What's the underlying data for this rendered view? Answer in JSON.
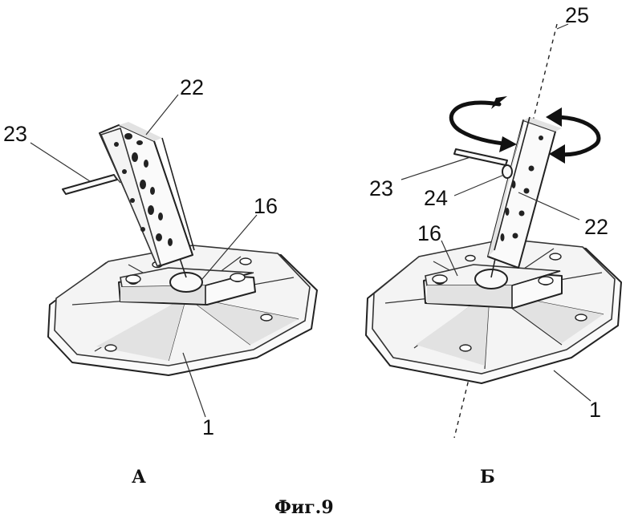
{
  "figure": {
    "caption": "Фиг.9",
    "views": [
      {
        "label": "А",
        "callouts": {
          "base": "1",
          "bracket": "16",
          "post": "22",
          "arm": "23"
        }
      },
      {
        "label": "Б",
        "callouts": {
          "base": "1",
          "bracket": "16",
          "post": "22",
          "arm": "23",
          "pivot": "24",
          "axis": "25"
        }
      }
    ]
  }
}
